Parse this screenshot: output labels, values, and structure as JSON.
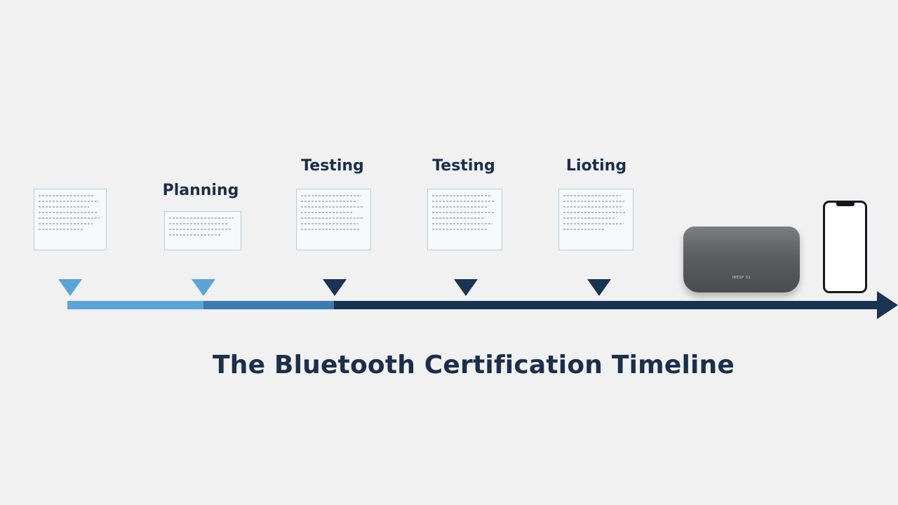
{
  "title": "The Bluetooth Certification Timeline",
  "phases": [
    {
      "label": "",
      "marker_color": "#5ba4d8"
    },
    {
      "label": "Planning",
      "marker_color": "#5ba4d8"
    },
    {
      "label": "Testing",
      "marker_color": "#1a3352"
    },
    {
      "label": "Testing",
      "marker_color": "#1a3352"
    },
    {
      "label": "Lioting",
      "marker_color": "#1a3352"
    }
  ],
  "axis_colors": {
    "start": "#5ba4d8",
    "middle": "#3c7bb0",
    "end": "#1a3352"
  },
  "devices": {
    "router": {
      "label": "IRESP 31",
      "icon": "router-icon"
    },
    "phone": {
      "icon": "smartphone-icon"
    }
  }
}
